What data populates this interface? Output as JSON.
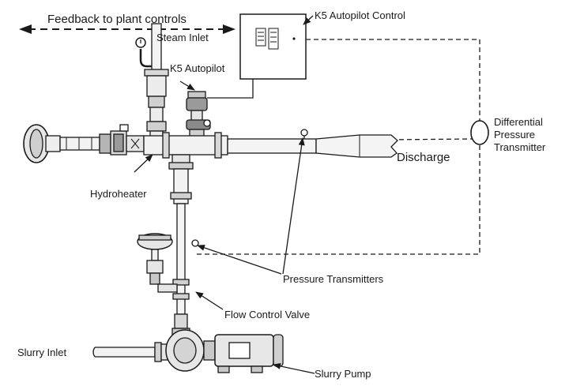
{
  "labels": {
    "feedback": "Feedback to plant controls",
    "steam_inlet": "Steam Inlet",
    "k5_autopilot_control": "K5 Autopilot Control",
    "k5_autopilot": "K5 Autopilot",
    "differential_line1": "Differential",
    "differential_line2": "Pressure",
    "differential_line3": "Transmitter",
    "discharge": "Discharge",
    "hydroheater": "Hydroheater",
    "pressure_transmitters": "Pressure Transmitters",
    "flow_control_valve": "Flow Control Valve",
    "slurry_inlet": "Slurry Inlet",
    "slurry_pump": "Slurry Pump"
  },
  "colors": {
    "line": "#1a1a1a",
    "fill": "#e6e6e6",
    "fill_dark": "#9a9a9a",
    "background": "#ffffff"
  }
}
